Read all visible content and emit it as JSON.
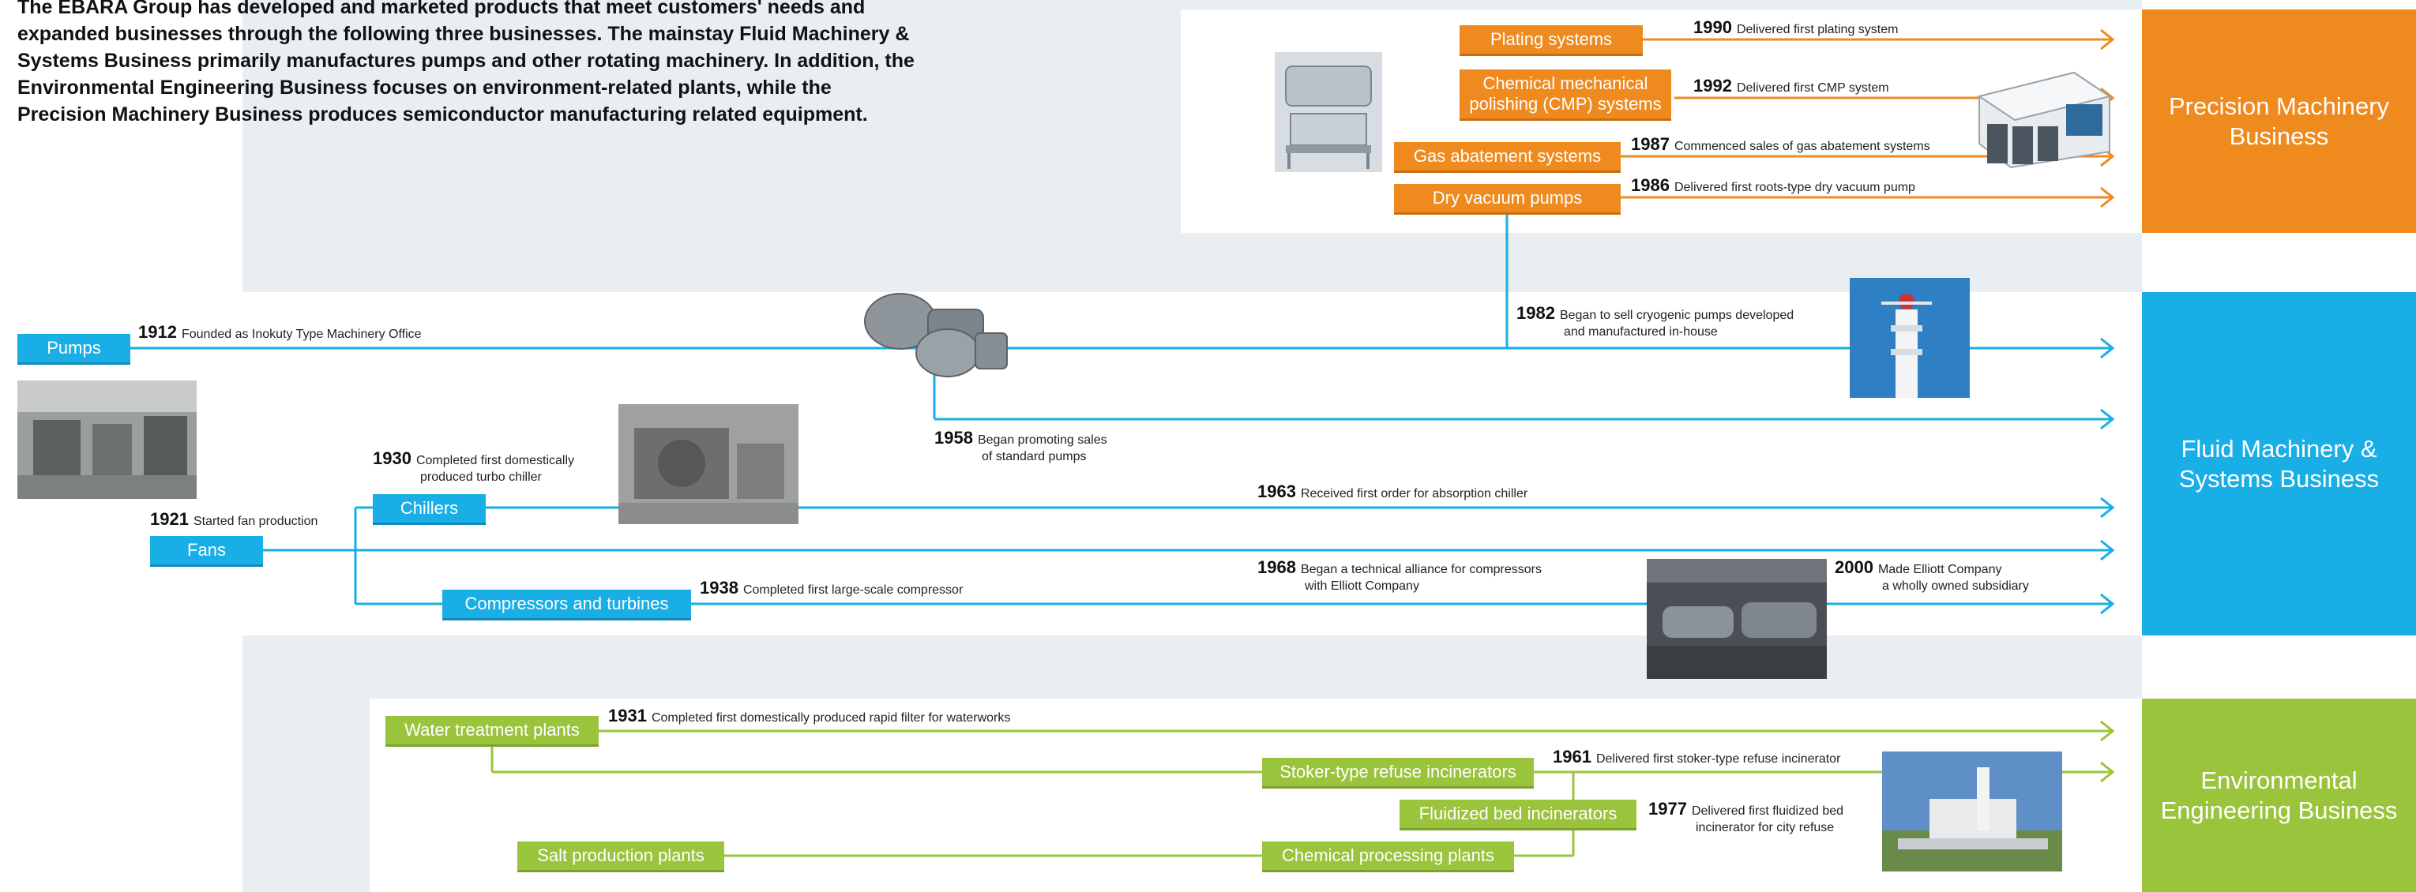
{
  "intro": "The EBARA Group has developed and marketed products that meet customers' needs and expanded businesses through the following three businesses. The mainstay Fluid Machinery & Systems Business primarily manufactures pumps and other rotating machinery. In addition, the Environmental Engineering Business focuses on environment-related plants, while the Precision Machinery Business produces semiconductor manufacturing related equipment.",
  "businesses": {
    "precision": "Precision Machinery Business",
    "fluid": "Fluid Machinery & Systems Business",
    "environmental": "Environmental Engineering Business"
  },
  "labels": {
    "plating": "Plating systems",
    "cmp": "Chemical mechanical polishing (CMP) systems",
    "gas": "Gas abatement systems",
    "dry": "Dry vacuum pumps",
    "pumps": "Pumps",
    "chillers": "Chillers",
    "fans": "Fans",
    "compressors": "Compressors and turbines",
    "water": "Water treatment plants",
    "stoker": "Stoker-type refuse incinerators",
    "fluidized": "Fluidized bed incinerators",
    "salt": "Salt production plants",
    "chemical": "Chemical processing plants"
  },
  "events": {
    "e1990": {
      "year": "1990",
      "text": "Delivered first plating system"
    },
    "e1992": {
      "year": "1992",
      "text": "Delivered first CMP system"
    },
    "e1987": {
      "year": "1987",
      "text": "Commenced sales of gas abatement systems"
    },
    "e1986": {
      "year": "1986",
      "text": "Delivered first roots-type dry vacuum pump"
    },
    "e1912": {
      "year": "1912",
      "text": "Founded as Inokuty Type Machinery Office"
    },
    "e1982": {
      "year": "1982",
      "text": "Began to sell cryogenic pumps developed",
      "text2": "and manufactured in-house"
    },
    "e1958": {
      "year": "1958",
      "text": "Began promoting sales",
      "text2": "of standard pumps"
    },
    "e1930": {
      "year": "1930",
      "text": "Completed first domestically",
      "text2": "produced turbo chiller"
    },
    "e1921": {
      "year": "1921",
      "text": "Started fan production"
    },
    "e1963": {
      "year": "1963",
      "text": "Received first order for absorption chiller"
    },
    "e1968": {
      "year": "1968",
      "text": "Began a technical alliance for compressors",
      "text2": "with Elliott Company"
    },
    "e2000": {
      "year": "2000",
      "text": "Made Elliott Company",
      "text2": "a wholly owned subsidiary"
    },
    "e1938": {
      "year": "1938",
      "text": "Completed first large-scale compressor"
    },
    "e1931": {
      "year": "1931",
      "text": "Completed first domestically produced rapid filter for waterworks"
    },
    "e1961": {
      "year": "1961",
      "text": "Delivered first stoker-type refuse incinerator"
    },
    "e1977": {
      "year": "1977",
      "text": "Delivered first fluidized bed",
      "text2": "incinerator for city refuse"
    }
  },
  "colors": {
    "orange": "#ef8a1f",
    "blue": "#1aaee6",
    "green": "#9ac43c",
    "band": "#e8eef2"
  }
}
